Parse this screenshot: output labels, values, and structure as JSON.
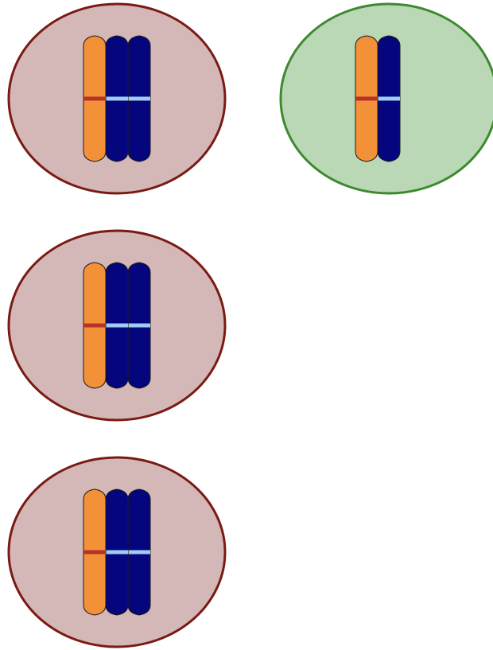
{
  "diagram": {
    "colors": {
      "background": "#ffffff",
      "cell_pink_fill": "#d4b7b7",
      "cell_pink_stroke": "#7a1a14",
      "cell_green_fill": "#bad8b6",
      "cell_green_stroke": "#3d8a2e",
      "chromosome_orange": "#f29137",
      "chromosome_navy": "#05057d",
      "band_orange": "#b83228",
      "band_navy": "#9fccf2",
      "outline": "#1a1a1a"
    },
    "cells": [
      {
        "id": "cell-top-left",
        "fill": "cell_pink",
        "chromosomes": [
          "orange",
          "navy",
          "navy"
        ]
      },
      {
        "id": "cell-top-right",
        "fill": "cell_green",
        "chromosomes": [
          "orange",
          "navy"
        ]
      },
      {
        "id": "cell-middle-left",
        "fill": "cell_pink",
        "chromosomes": [
          "orange",
          "navy",
          "navy"
        ]
      },
      {
        "id": "cell-bottom-left",
        "fill": "cell_pink",
        "chromosomes": [
          "orange",
          "navy",
          "navy"
        ]
      }
    ]
  }
}
